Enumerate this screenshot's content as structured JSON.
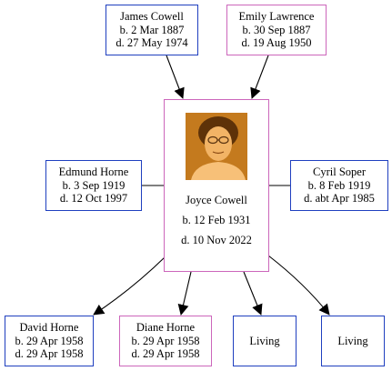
{
  "colors": {
    "male_border": "#1f3fbf",
    "female_border": "#cc66bb",
    "edge": "#000000",
    "photo_tone": "#e8952e"
  },
  "people": {
    "james": {
      "name": "James Cowell",
      "line2": "b. 2 Mar 1887",
      "line3": "d. 27 May 1974",
      "sex": "male"
    },
    "emily": {
      "name": "Emily Lawrence",
      "line2": "b. 30 Sep 1887",
      "line3": "d. 19 Aug 1950",
      "sex": "female"
    },
    "edmund": {
      "name": "Edmund Horne",
      "line2": "b. 3 Sep 1919",
      "line3": "d. 12 Oct 1997",
      "sex": "male"
    },
    "joyce": {
      "name": "Joyce Cowell",
      "line2": "b. 12 Feb 1931",
      "line3": "d. 10 Nov 2022",
      "sex": "female",
      "has_photo": true
    },
    "cyril": {
      "name": "Cyril Soper",
      "line2": "b. 8 Feb 1919",
      "line3": "d. abt Apr 1985",
      "sex": "male"
    },
    "david": {
      "name": "David Horne",
      "line2": "b. 29 Apr 1958",
      "line3": "d. 29 Apr 1958",
      "sex": "male"
    },
    "diane": {
      "name": "Diane Horne",
      "line2": "b. 29 Apr 1958",
      "line3": "d. 29 Apr 1958",
      "sex": "female"
    },
    "living1": {
      "name": "Living",
      "sex": "male"
    },
    "living2": {
      "name": "Living",
      "sex": "male"
    }
  },
  "edges": [
    {
      "from": "james",
      "to": "joyce",
      "type": "parent-arrow"
    },
    {
      "from": "emily",
      "to": "joyce",
      "type": "parent-arrow"
    },
    {
      "from": "edmund",
      "to": "joyce",
      "type": "spouse-line"
    },
    {
      "from": "joyce",
      "to": "cyril",
      "type": "spouse-line"
    },
    {
      "from": "joyce",
      "to": "david",
      "type": "child-arrow"
    },
    {
      "from": "joyce",
      "to": "diane",
      "type": "child-arrow"
    },
    {
      "from": "joyce",
      "to": "living1",
      "type": "child-arrow"
    },
    {
      "from": "joyce",
      "to": "living2",
      "type": "child-arrow"
    }
  ]
}
